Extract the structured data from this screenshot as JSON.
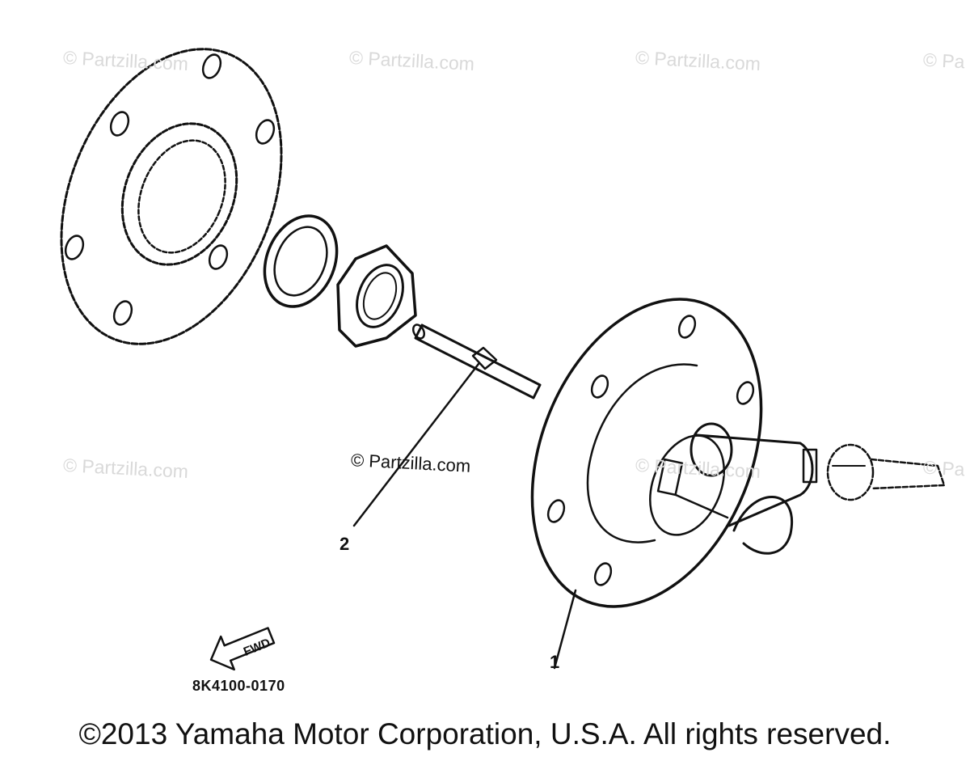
{
  "watermarks": [
    "© Partzilla.com",
    "© Partzilla.com",
    "© Partzilla.com",
    "© Pa",
    "© Partzilla.com",
    "© Partzilla.com",
    "© Pa"
  ],
  "center_watermark": "© Partzilla.com",
  "callouts": {
    "part_1": "1",
    "part_2": "2"
  },
  "direction_arrow": {
    "label": "FWD",
    "icon": "forward-arrow-icon"
  },
  "diagram_code": "8K4100-0170",
  "copyright": "©2013 Yamaha Motor Corporation, U.S.A. All rights reserved."
}
